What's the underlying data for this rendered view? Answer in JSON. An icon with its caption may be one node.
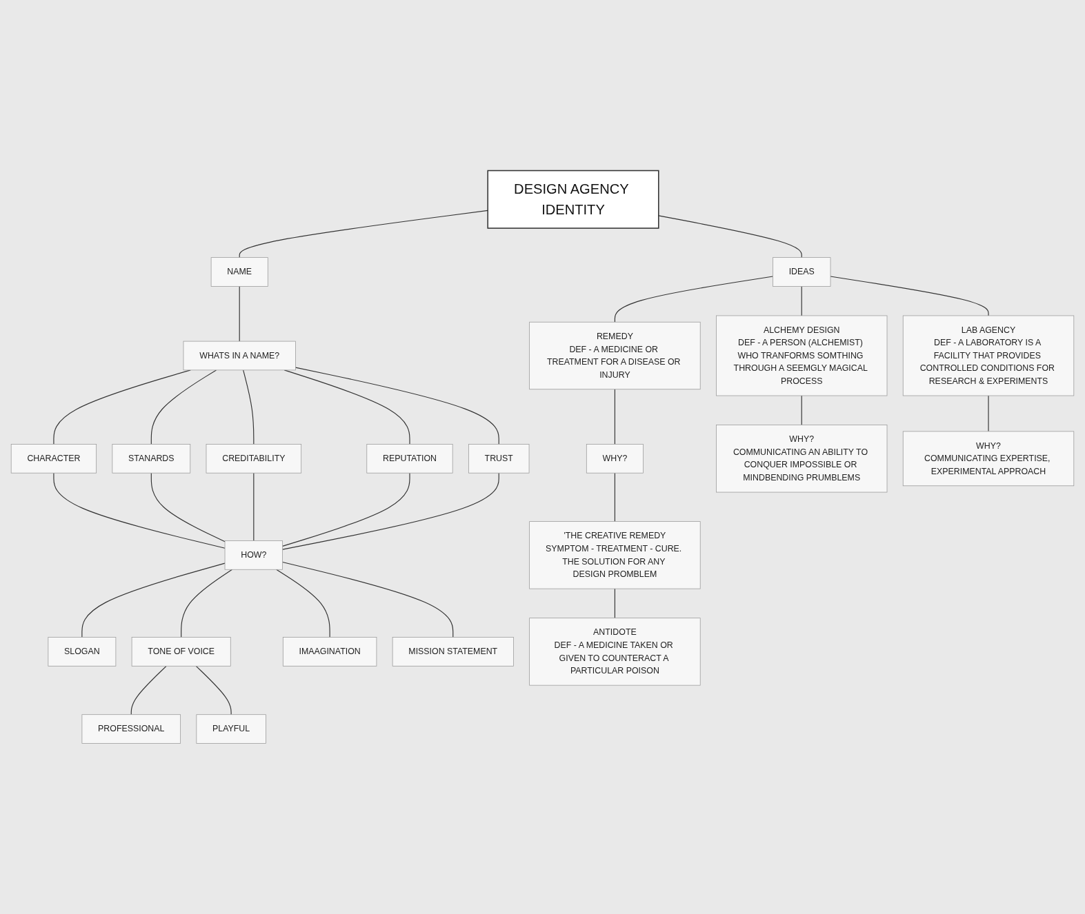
{
  "diagram": {
    "nodes": [
      {
        "text": [
          "DESIGN AGENCY IDENTITY"
        ]
      },
      {
        "text": [
          "NAME"
        ]
      },
      {
        "text": [
          "WHATS IN A NAME?"
        ]
      },
      {
        "text": [
          "CHARACTER"
        ]
      },
      {
        "text": [
          "STANARDS"
        ]
      },
      {
        "text": [
          "CREDITABILITY"
        ]
      },
      {
        "text": [
          "REPUTATION"
        ]
      },
      {
        "text": [
          "TRUST"
        ]
      },
      {
        "text": [
          "HOW?"
        ]
      },
      {
        "text": [
          "SLOGAN"
        ]
      },
      {
        "text": [
          "TONE OF VOICE"
        ]
      },
      {
        "text": [
          "PROFESSIONAL"
        ]
      },
      {
        "text": [
          "PLAYFUL"
        ]
      },
      {
        "text": [
          "IMAAGINATION"
        ]
      },
      {
        "text": [
          "MISSION STATEMENT"
        ]
      },
      {
        "text": [
          "IDEAS"
        ]
      },
      {
        "text": [
          "REMEDY",
          "DEF - A MEDICINE OR TREATMENT FOR A DISEASE OR INJURY"
        ]
      },
      {
        "text": [
          "WHY?"
        ]
      },
      {
        "text": [
          "'THE CREATIVE REMEDY",
          "SYMPTOM - TREATMENT - CURE. THE SOLUTION FOR ANY DESIGN PROMBLEM"
        ]
      },
      {
        "text": [
          "ANTIDOTE",
          "DEF - A MEDICINE TAKEN OR GIVEN TO COUNTERACT A PARTICULAR POISON"
        ]
      },
      {
        "text": [
          "ALCHEMY DESIGN",
          "DEF - A PERSON (ALCHEMIST) WHO TRANFORMS SOMTHING THROUGH A SEEMGLY MAGICAL PROCESS"
        ]
      },
      {
        "text": [
          "WHY?",
          "COMMUNICATING AN ABILITY TO CONQUER IMPOSSIBLE OR MINDBENDING PRUMBLEMS"
        ]
      },
      {
        "text": [
          "LAB AGENCY",
          "DEF - A LABORATORY IS A FACILITY THAT PROVIDES CONTROLLED CONDITIONS FOR RESEARCH & EXPERIMENTS"
        ]
      },
      {
        "text": [
          "WHY?",
          "COMMUNICATING EXPERTISE, EXPERIMENTAL APPROACH"
        ]
      }
    ],
    "edges": [
      {
        "from": 0,
        "to": 1,
        "arrow": "none"
      },
      {
        "from": 1,
        "to": 2,
        "arrow": "none"
      },
      {
        "from": 2,
        "to": 3,
        "arrow": "none"
      },
      {
        "from": 2,
        "to": 4,
        "arrow": "none"
      },
      {
        "from": 2,
        "to": 5,
        "arrow": "none"
      },
      {
        "from": 2,
        "to": 6,
        "arrow": "none"
      },
      {
        "from": 2,
        "to": 7,
        "arrow": "none"
      },
      {
        "from": 3,
        "to": 8,
        "arrow": "none"
      },
      {
        "from": 4,
        "to": 8,
        "arrow": "none"
      },
      {
        "from": 5,
        "to": 8,
        "arrow": "none"
      },
      {
        "from": 6,
        "to": 8,
        "arrow": "none"
      },
      {
        "from": 7,
        "to": 8,
        "arrow": "none"
      },
      {
        "from": 8,
        "to": 9,
        "arrow": "none"
      },
      {
        "from": 8,
        "to": 10,
        "arrow": "none"
      },
      {
        "from": 10,
        "to": 11,
        "arrow": "none"
      },
      {
        "from": 10,
        "to": 12,
        "arrow": "none"
      },
      {
        "from": 8,
        "to": 13,
        "arrow": "none"
      },
      {
        "from": 8,
        "to": 14,
        "arrow": "none"
      },
      {
        "from": 0,
        "to": 15,
        "arrow": "none"
      },
      {
        "from": 15,
        "to": 16,
        "arrow": "none"
      },
      {
        "from": 16,
        "to": 17,
        "arrow": "none"
      },
      {
        "from": 17,
        "to": 18,
        "arrow": "none"
      },
      {
        "from": 18,
        "to": 19,
        "arrow": "none"
      },
      {
        "from": 15,
        "to": 20,
        "arrow": "none"
      },
      {
        "from": 20,
        "to": 21,
        "arrow": "none"
      },
      {
        "from": 15,
        "to": 22,
        "arrow": "none"
      },
      {
        "from": 22,
        "to": 23,
        "arrow": "none"
      }
    ]
  }
}
